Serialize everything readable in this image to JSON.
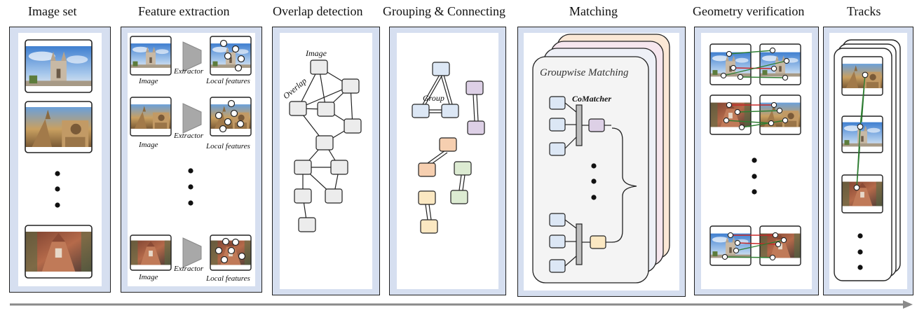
{
  "stages": [
    {
      "title": "Image set"
    },
    {
      "title": "Feature extraction"
    },
    {
      "title": "Overlap detection"
    },
    {
      "title": "Grouping & Connecting"
    },
    {
      "title": "Matching"
    },
    {
      "title": "Geometry verification"
    },
    {
      "title": "Tracks"
    }
  ],
  "feature_extraction": {
    "image_label": "Image",
    "extractor_label": "Extractor",
    "local_features_label": "Local features"
  },
  "overlap_detection": {
    "image_label": "Image",
    "overlap_label": "Overlap"
  },
  "grouping": {
    "group_label": "Group"
  },
  "matching": {
    "groupwise_label": "Groupwise Matching",
    "comatcher_label": "CoMatcher"
  },
  "colors": {
    "panel_border": "#222222",
    "panel_fill": "#d6dff0",
    "node_gray": "#ececec",
    "node_blue": "#dce7f5",
    "node_purple": "#ddd0e6",
    "node_orange": "#f6cfb0",
    "node_green": "#dcebd2",
    "node_yellow": "#fbe8c2",
    "match_green": "#2e7d32",
    "match_red": "#c62828",
    "arrow": "#8a8a8a"
  }
}
